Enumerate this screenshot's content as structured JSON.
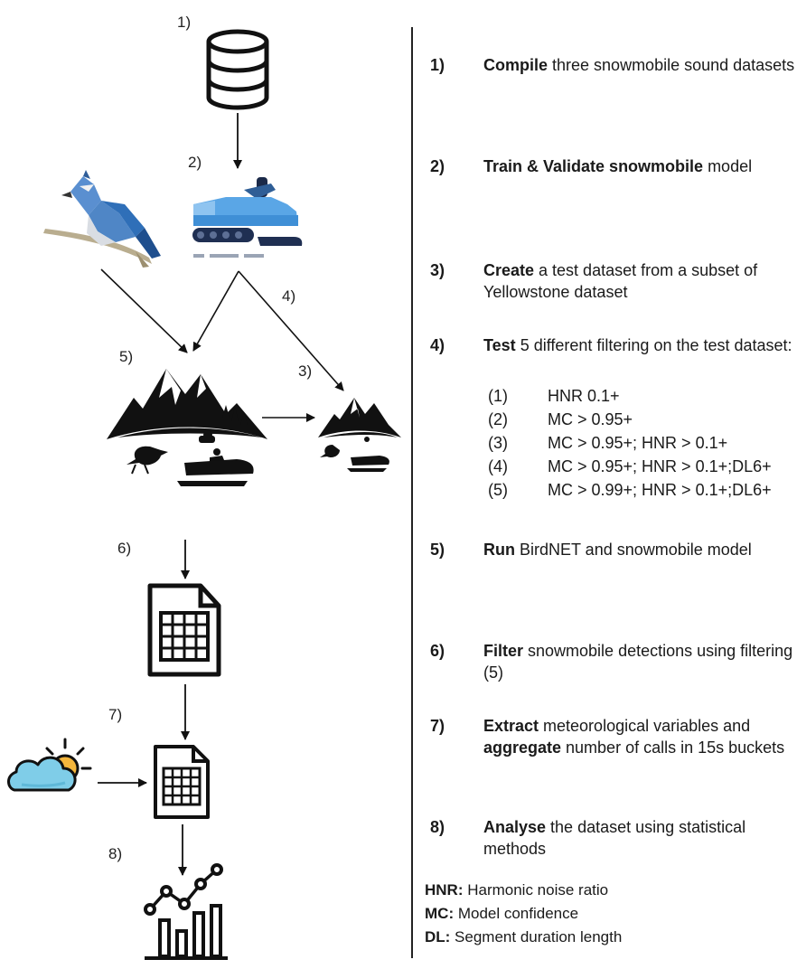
{
  "left": {
    "labels": [
      "1)",
      "2)",
      "4)",
      "5)",
      "3)",
      "6)",
      "7)",
      "8)"
    ]
  },
  "steps": [
    {
      "num": "1)",
      "bold": "Compile",
      "text": " three snowmobile sound datasets"
    },
    {
      "num": "2)",
      "bold": "Train & Validate snowmobile",
      "text": " model"
    },
    {
      "num": "3)",
      "bold": "Create",
      "text": " a test dataset from a subset of Yellowstone dataset"
    },
    {
      "num": "4)",
      "bold": "Test",
      "text": " 5 different filtering on the test dataset:"
    },
    {
      "num": "5)",
      "bold": "Run",
      "text": " BirdNET and snowmobile model"
    },
    {
      "num": "6)",
      "bold": "Filter",
      "text": " snowmobile detections using filtering (5)"
    },
    {
      "num": "7)",
      "bold": "Extract",
      "text": " meteorological variables and ",
      "bold2": "aggregate",
      "text2": " number of calls in 15s buckets"
    },
    {
      "num": "8)",
      "bold": "Analyse",
      "text": " the dataset using statistical methods"
    }
  ],
  "filters": [
    {
      "num": "(1)",
      "text": "HNR 0.1+"
    },
    {
      "num": "(2)",
      "text": "MC > 0.95+"
    },
    {
      "num": "(3)",
      "text": "MC > 0.95+;  HNR > 0.1+"
    },
    {
      "num": "(4)",
      "text": "MC > 0.95+;  HNR > 0.1+;DL6+"
    },
    {
      "num": "(5)",
      "text": "MC > 0.99+;  HNR > 0.1+;DL6+"
    }
  ],
  "legend": [
    {
      "key": "HNR:",
      "value": " Harmonic noise ratio"
    },
    {
      "key": "MC:",
      "value": " Model confidence"
    },
    {
      "key": "DL:",
      "value": " Segment duration length"
    }
  ],
  "colors": {
    "bird_blue": "#4f86c6",
    "snowmobile_blue": "#3f8fd6",
    "cloud": "#7fcde8",
    "sun": "#f4b63c",
    "ink": "#1a1a1a"
  }
}
